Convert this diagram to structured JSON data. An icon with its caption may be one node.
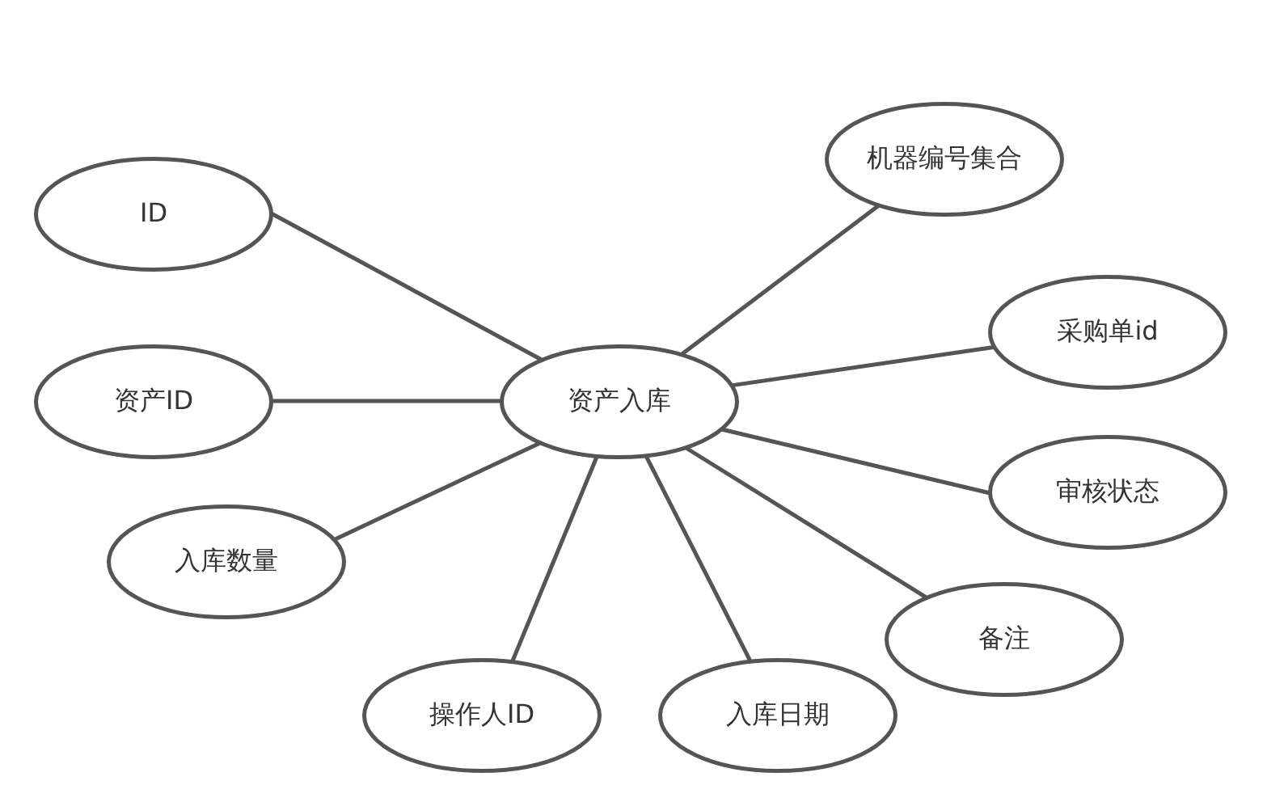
{
  "diagram": {
    "nodes": [
      {
        "text": [
          "机器编号集合"
        ]
      },
      {
        "text": [
          "ID"
        ]
      },
      {
        "text": [
          "采购单id"
        ]
      },
      {
        "text": [
          "资产ID"
        ]
      },
      {
        "text": [
          "资产入库"
        ]
      },
      {
        "text": [
          "审核状态"
        ]
      },
      {
        "text": [
          "入库数量"
        ]
      },
      {
        "text": [
          "备注"
        ]
      },
      {
        "text": [
          "操作人ID"
        ]
      },
      {
        "text": [
          "入库日期"
        ]
      }
    ],
    "edges": [
      {
        "from": 4,
        "to": 0,
        "arrow": "none"
      },
      {
        "from": 4,
        "to": 1,
        "arrow": "none"
      },
      {
        "from": 4,
        "to": 2,
        "arrow": "none"
      },
      {
        "from": 4,
        "to": 3,
        "arrow": "none"
      },
      {
        "from": 4,
        "to": 5,
        "arrow": "none"
      },
      {
        "from": 4,
        "to": 6,
        "arrow": "none"
      },
      {
        "from": 4,
        "to": 7,
        "arrow": "none"
      },
      {
        "from": 4,
        "to": 8,
        "arrow": "none"
      },
      {
        "from": 4,
        "to": 9,
        "arrow": "none"
      }
    ]
  }
}
